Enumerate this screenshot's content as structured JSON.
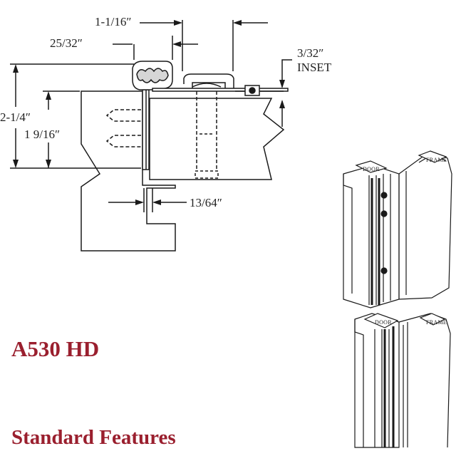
{
  "dimensions": {
    "d1": "1-1/16″",
    "d2": "25/32″",
    "d3a": "3/32″",
    "d3b": "INSET",
    "d4": "2-1/4″",
    "d5": "1 9/16″",
    "d6": "13/64″"
  },
  "iso_labels": {
    "top_door": "DOOR",
    "top_frame": "FRAME",
    "bottom_door": "DOOR",
    "bottom_frame": "FRAME"
  },
  "heading": {
    "title": "A530 HD",
    "subtitle": "Standard Features"
  },
  "colors": {
    "accent": "#9a1f2e",
    "line": "#1a1a1a"
  }
}
